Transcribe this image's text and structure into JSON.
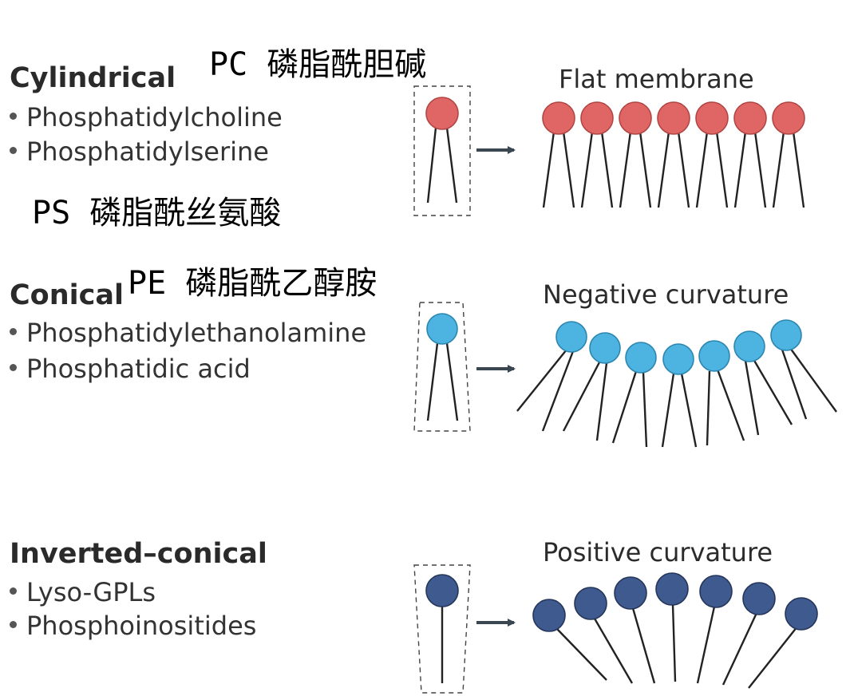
{
  "groups": [
    {
      "heading": "Cylindrical",
      "items": [
        "Phosphatidylcholine",
        "Phosphatidylserine"
      ],
      "panel_title": "Flat membrane",
      "color": "#e06666",
      "stroke": "#b24545"
    },
    {
      "heading": "Conical",
      "items": [
        "Phosphatidylethanolamine",
        "Phosphatidic acid"
      ],
      "panel_title": "Negative curvature",
      "color": "#4db3e0",
      "stroke": "#2c86b0"
    },
    {
      "heading": "Inverted–conical",
      "items": [
        "Lyso-GPLs",
        "Phosphoinositides"
      ],
      "panel_title": "Positive curvature",
      "color": "#3f5a8f",
      "stroke": "#25365a"
    }
  ],
  "annotations": {
    "pc": "PC 磷脂酰胆碱",
    "ps": "PS 磷脂酰丝氨酸",
    "pe": "PE 磷脂酰乙醇胺"
  }
}
